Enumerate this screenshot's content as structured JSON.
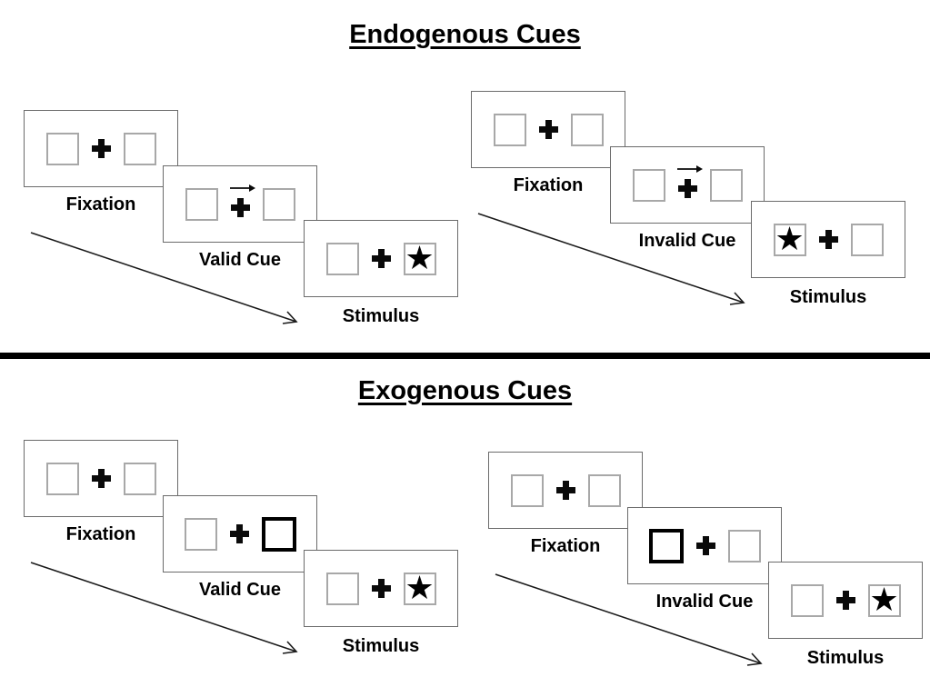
{
  "icons": {
    "star": "★"
  },
  "colors": {
    "background": "#ffffff",
    "ink": "#000000",
    "card_border": "#6b6b6b",
    "placeholder_border": "#a8a8a8",
    "cue_box_border": "#000000"
  },
  "sections": [
    {
      "title": "Endogenous Cues",
      "panels": [
        {
          "name": "valid",
          "cards": [
            {
              "label": "Fixation"
            },
            {
              "label": "Valid Cue",
              "cue": "central-arrow-right"
            },
            {
              "label": "Stimulus",
              "target_side": "right"
            }
          ]
        },
        {
          "name": "invalid",
          "cards": [
            {
              "label": "Fixation"
            },
            {
              "label": "Invalid Cue",
              "cue": "central-arrow-right"
            },
            {
              "label": "Stimulus",
              "target_side": "left"
            }
          ]
        }
      ]
    },
    {
      "title": "Exogenous Cues",
      "panels": [
        {
          "name": "valid",
          "cards": [
            {
              "label": "Fixation"
            },
            {
              "label": "Valid Cue",
              "cue": "peripheral-box-right"
            },
            {
              "label": "Stimulus",
              "target_side": "right"
            }
          ]
        },
        {
          "name": "invalid",
          "cards": [
            {
              "label": "Fixation"
            },
            {
              "label": "Invalid Cue",
              "cue": "peripheral-box-left"
            },
            {
              "label": "Stimulus",
              "target_side": "right"
            }
          ]
        }
      ]
    }
  ]
}
